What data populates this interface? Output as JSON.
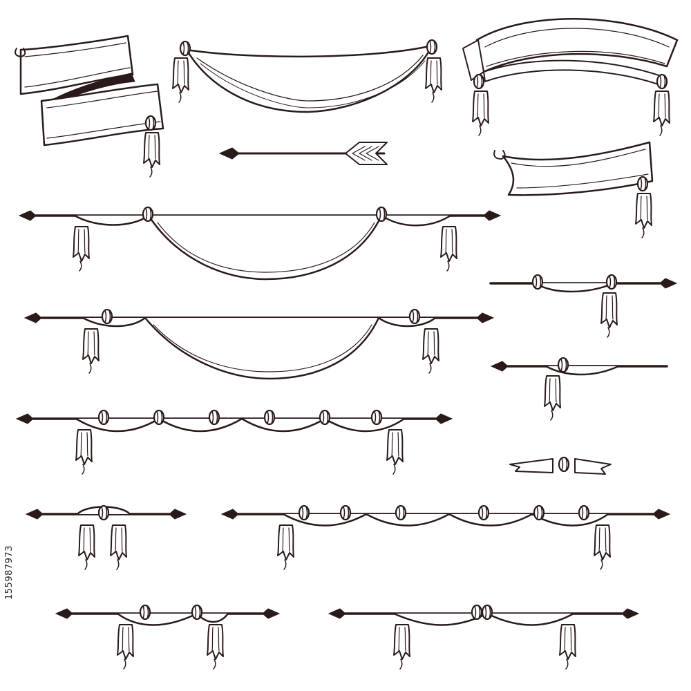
{
  "image": {
    "background_color": "#ffffff",
    "ink_color": "#2a1a1a",
    "stock_id": "155987973"
  },
  "elements": [
    {
      "id": "scroll-banner-double",
      "kind": "scroll banner"
    },
    {
      "id": "swag-banner-top",
      "kind": "draped banner"
    },
    {
      "id": "arched-banner",
      "kind": "arched banner"
    },
    {
      "id": "arrow",
      "kind": "arrow"
    },
    {
      "id": "scroll-banner-small",
      "kind": "scroll banner"
    },
    {
      "id": "rod-swag-large-1",
      "kind": "curtain rod with swag"
    },
    {
      "id": "rod-swag-large-2",
      "kind": "curtain rod with swag"
    },
    {
      "id": "rod-twisted-1",
      "kind": "curtain rod with twisted drape"
    },
    {
      "id": "rod-twisted-2",
      "kind": "curtain rod with twisted drape"
    },
    {
      "id": "rod-knot-center",
      "kind": "curtain rod with knot"
    },
    {
      "id": "rod-double-swag-left",
      "kind": "curtain rod with double swag"
    },
    {
      "id": "rod-double-swag-right",
      "kind": "curtain rod with double swag"
    },
    {
      "id": "rod-short-right-1",
      "kind": "short rod with tie"
    },
    {
      "id": "rod-short-right-2",
      "kind": "short rod with tie"
    },
    {
      "id": "bow-tie-small",
      "kind": "ribbon tie"
    }
  ]
}
